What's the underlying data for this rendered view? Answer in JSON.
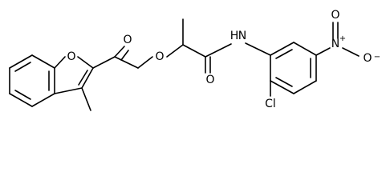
{
  "molecule": {
    "atoms": {
      "ring_o": "O",
      "ester_carbonyl_o": "O",
      "ester_o": "O",
      "amide_o": "O",
      "amide_n": "N",
      "amide_h": "H",
      "chlorine": "Cl",
      "nitro_n": "N",
      "nitro_n_charge": "+",
      "nitro_o_top": "O",
      "nitro_o_right": "O",
      "nitro_o_charge": "−"
    }
  }
}
